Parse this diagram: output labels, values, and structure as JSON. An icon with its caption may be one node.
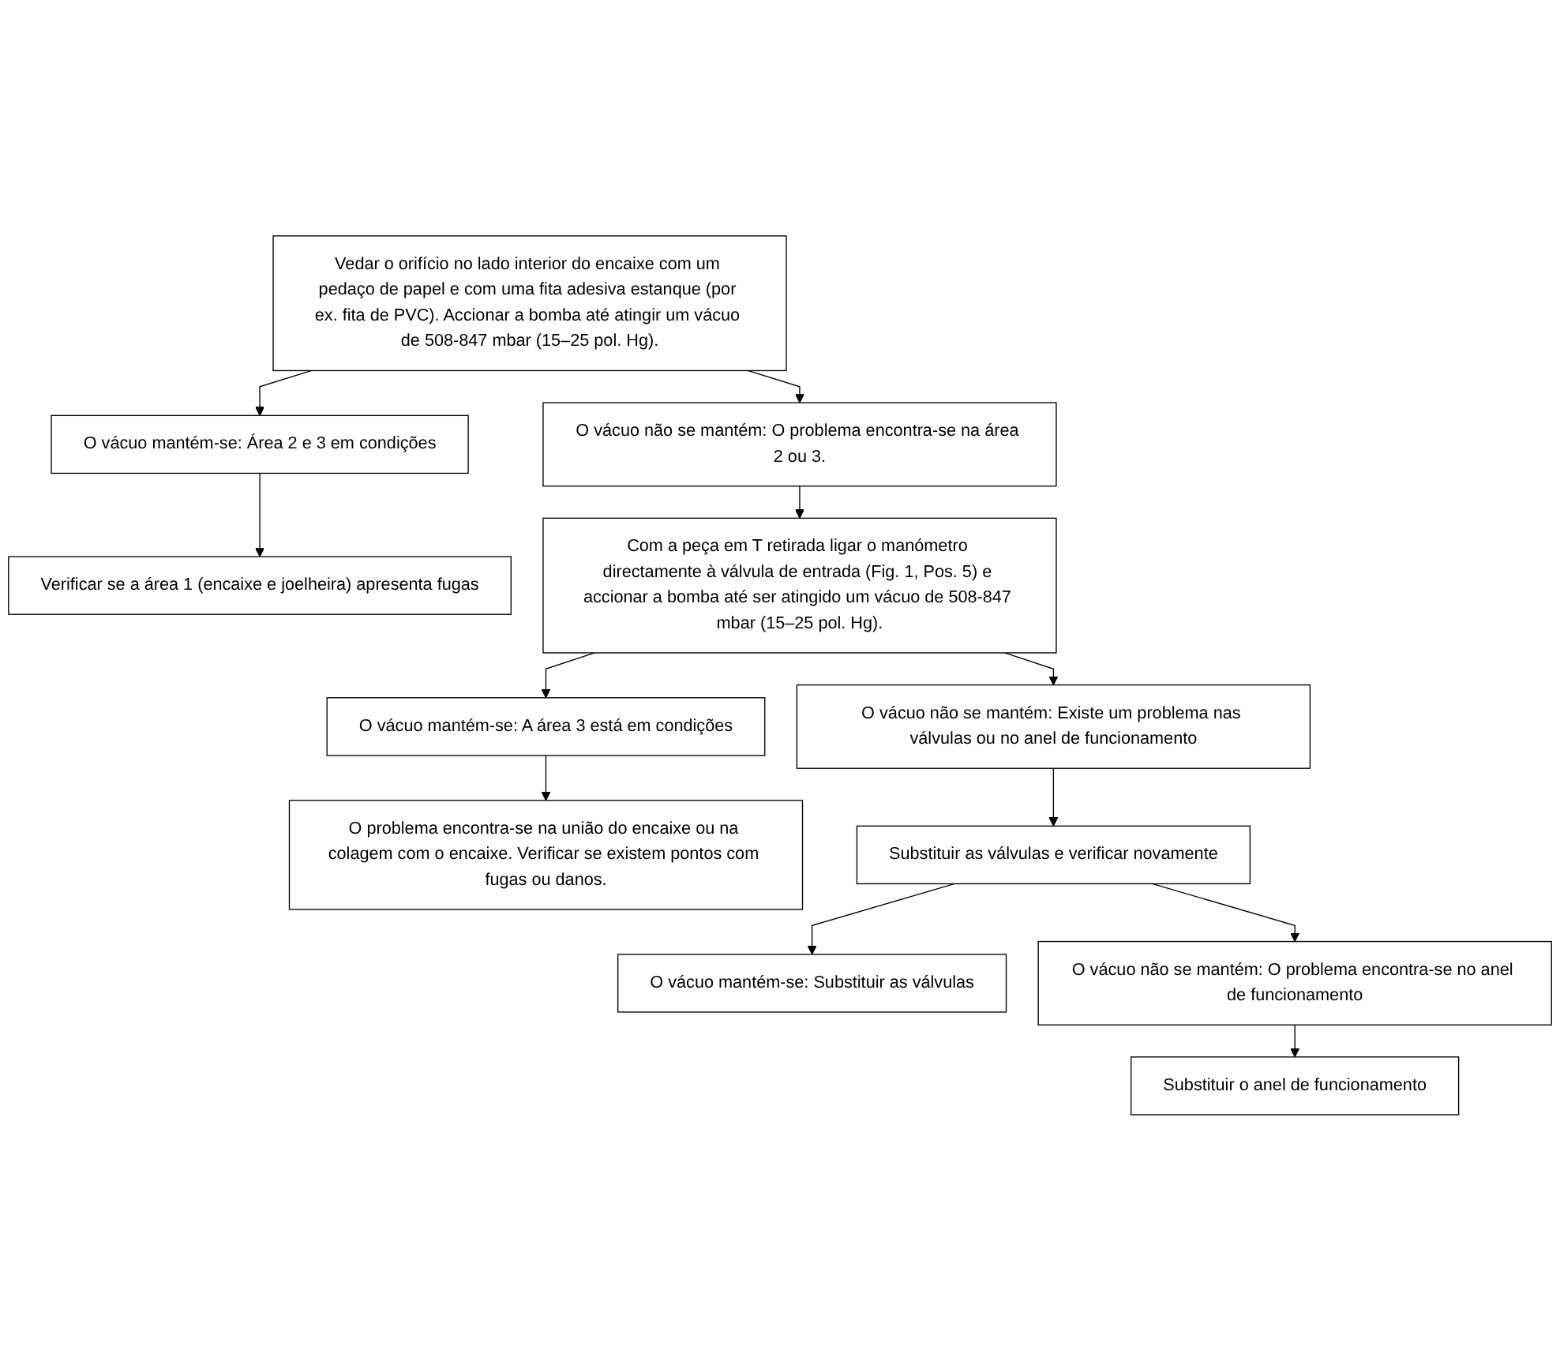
{
  "diagram": {
    "nodes": [
      {
        "text": [
          "Vedar o orifício no lado interior do encaixe com um pedaço de papel e com uma fita adesiva estanque (por ex. fita de PVC). Accionar a bomba até atingir um vácuo de 508-847 mbar (15–25 pol. Hg)."
        ]
      },
      {
        "text": [
          "O vácuo mantém-se: Área 2 e 3 em condições"
        ]
      },
      {
        "text": [
          "O vácuo não se mantém: O problema encontra-se na área 2 ou 3."
        ]
      },
      {
        "text": [
          "Verificar se a área 1 (encaixe e joelheira) apresenta fugas"
        ]
      },
      {
        "text": [
          "Com a peça em T retirada ligar o manómetro directamente à válvula de entrada (Fig. 1, Pos. 5) e accionar a bomba até ser atingido um vácuo de 508-847 mbar (15–25 pol. Hg)."
        ]
      },
      {
        "text": [
          "O vácuo mantém-se: A área 3 está em condições"
        ]
      },
      {
        "text": [
          "O vácuo não se mantém: Existe um problema nas válvulas ou no anel de funcionamento"
        ]
      },
      {
        "text": [
          "O problema encontra-se na união do encaixe ou na colagem com o encaixe. Verificar se existem pontos com fugas ou danos."
        ]
      },
      {
        "text": [
          "Substituir as válvulas e verificar novamente"
        ]
      },
      {
        "text": [
          "O vácuo mantém-se: Substituir as válvulas"
        ]
      },
      {
        "text": [
          "O vácuo não se mantém: O problema encontra-se no anel de funcionamento"
        ]
      },
      {
        "text": [
          "Substituir o anel de funcionamento"
        ]
      }
    ],
    "edges": [
      {
        "from": 0,
        "to": 1,
        "arrow": "to"
      },
      {
        "from": 0,
        "to": 2,
        "arrow": "to"
      },
      {
        "from": 1,
        "to": 3,
        "arrow": "to"
      },
      {
        "from": 2,
        "to": 4,
        "arrow": "to"
      },
      {
        "from": 4,
        "to": 5,
        "arrow": "to"
      },
      {
        "from": 4,
        "to": 6,
        "arrow": "to"
      },
      {
        "from": 5,
        "to": 7,
        "arrow": "to"
      },
      {
        "from": 6,
        "to": 8,
        "arrow": "to"
      },
      {
        "from": 8,
        "to": 9,
        "arrow": "to"
      },
      {
        "from": 8,
        "to": 10,
        "arrow": "to"
      },
      {
        "from": 10,
        "to": 11,
        "arrow": "to"
      }
    ]
  }
}
